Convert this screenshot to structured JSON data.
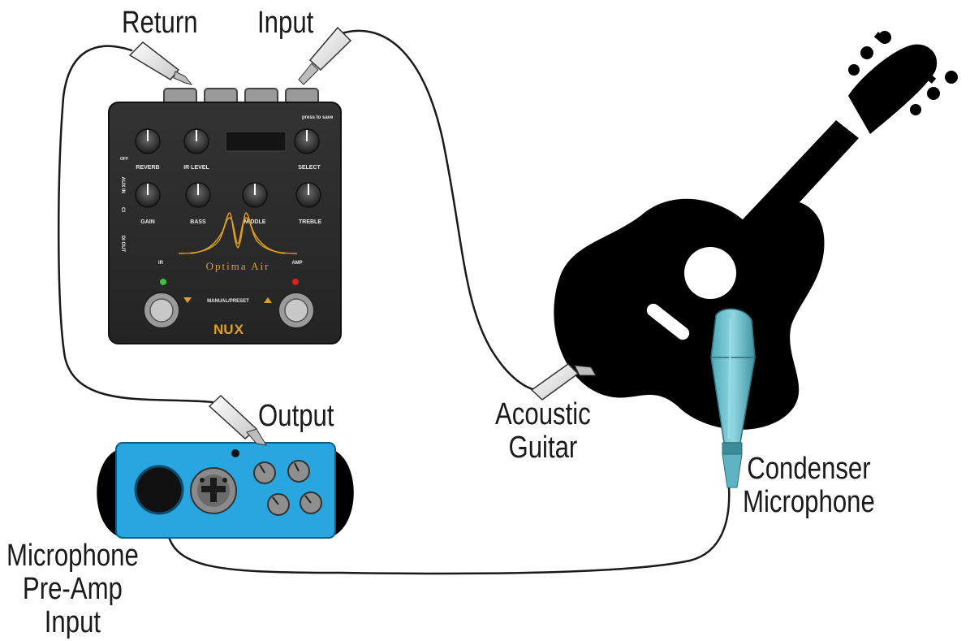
{
  "labels": {
    "return": "Return",
    "input": "Input",
    "output": "Output",
    "acoustic_guitar": [
      "Acoustic",
      "Guitar"
    ],
    "condenser_microphone": [
      "Condenser",
      "Microphone"
    ],
    "mic_preamp_input": [
      "Microphone",
      "Pre-Amp",
      "Input"
    ]
  },
  "pedal": {
    "brand": "NU",
    "brand_x": "X",
    "model": "Optima Air",
    "save_hint": "press to save",
    "knobs_top": [
      "REVERB",
      "IR LEVEL",
      "SELECT"
    ],
    "knobs_bottom": [
      "GAIN",
      "BASS",
      "MIDDLE",
      "TREBLE"
    ],
    "reverb_off": "OFF",
    "side_labels": [
      "AUX IN",
      "CI",
      "DI OUT"
    ],
    "footswitch_left": "IR",
    "footswitch_right": "AMP",
    "mode_label": "MANUAL/PRESET"
  },
  "colors": {
    "pedal_body": "#2b2b2b",
    "pedal_accent": "#e0a021",
    "interface_body": "#29a6e0",
    "microphone": "#6fc3d0",
    "cable": "#1a1a1a",
    "led_left": "#3cc23c",
    "led_right": "#e02020"
  }
}
